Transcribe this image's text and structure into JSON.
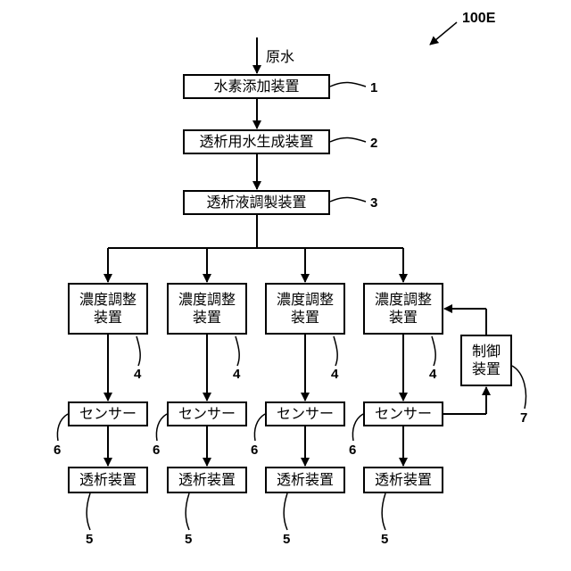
{
  "figure_label": "100E",
  "input_label": "原水",
  "main_chain": [
    {
      "label": "水素添加装置",
      "ref": "1"
    },
    {
      "label": "透析用水生成装置",
      "ref": "2"
    },
    {
      "label": "透析液調製装置",
      "ref": "3"
    }
  ],
  "branches": [
    {
      "adjuster_label": "濃度調整\n装置",
      "adjuster_ref": "4",
      "sensor_label": "センサー",
      "sensor_ref": "6",
      "dialyzer_label": "透析装置",
      "dialyzer_ref": "5"
    },
    {
      "adjuster_label": "濃度調整\n装置",
      "adjuster_ref": "4",
      "sensor_label": "センサー",
      "sensor_ref": "6",
      "dialyzer_label": "透析装置",
      "dialyzer_ref": "5"
    },
    {
      "adjuster_label": "濃度調整\n装置",
      "adjuster_ref": "4",
      "sensor_label": "センサー",
      "sensor_ref": "6",
      "dialyzer_label": "透析装置",
      "dialyzer_ref": "5"
    },
    {
      "adjuster_label": "濃度調整\n装置",
      "adjuster_ref": "4",
      "sensor_label": "センサー",
      "sensor_ref": "6",
      "dialyzer_label": "透析装置",
      "dialyzer_ref": "5"
    }
  ],
  "controller": {
    "label": "制御\n装置",
    "ref": "7"
  }
}
